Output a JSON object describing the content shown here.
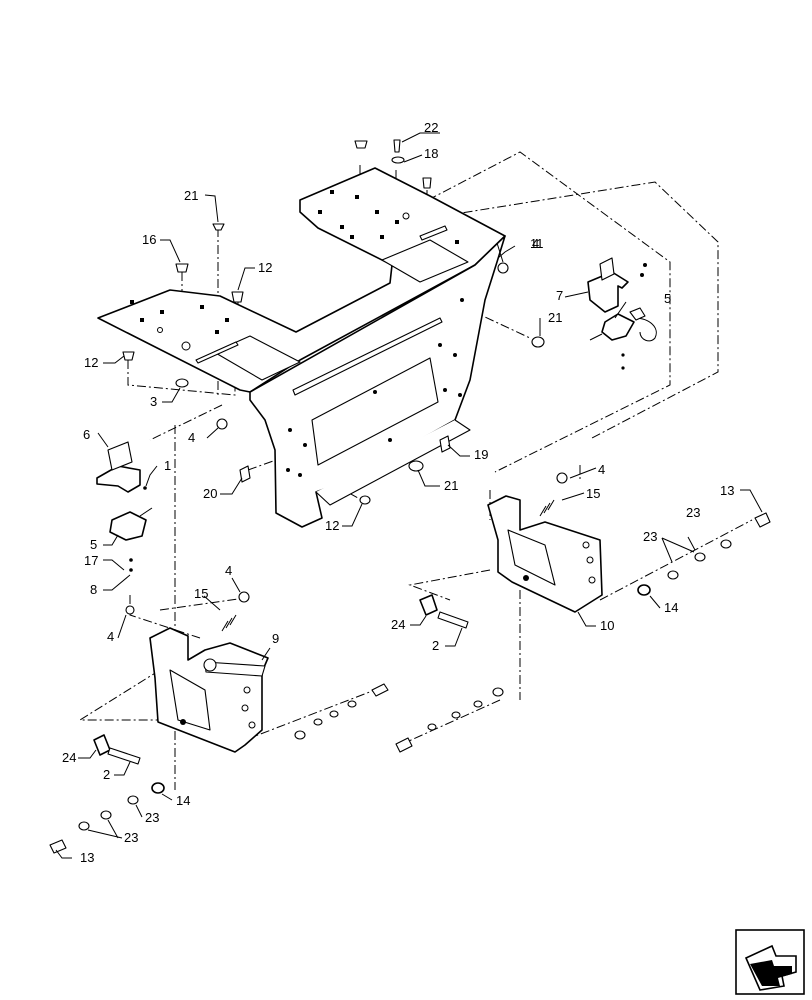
{
  "callouts": {
    "c1": "1",
    "c2a": "2",
    "c2b": "2",
    "c3": "3",
    "c4a": "4",
    "c4b": "4",
    "c4c": "4",
    "c4d": "4",
    "c4e": "4",
    "c5a": "5",
    "c5b": "5",
    "c6": "6",
    "c7": "7",
    "c8": "8",
    "c9": "9",
    "c10": "10",
    "c11": "11",
    "c12a": "12",
    "c12b": "12",
    "c12c": "12",
    "c13a": "13",
    "c13b": "13",
    "c14a": "14",
    "c14b": "14",
    "c15a": "15",
    "c15b": "15",
    "c16": "16",
    "c17": "17",
    "c18": "18",
    "c19": "19",
    "c20": "20",
    "c21a": "21",
    "c21b": "21",
    "c21c": "21",
    "c22": "22",
    "c23a": "23",
    "c23b": "23",
    "c23c": "23",
    "c23d": "23",
    "c24a": "24",
    "c24b": "24"
  },
  "icons": {
    "navigation": "previous-page-arrow-icon"
  }
}
